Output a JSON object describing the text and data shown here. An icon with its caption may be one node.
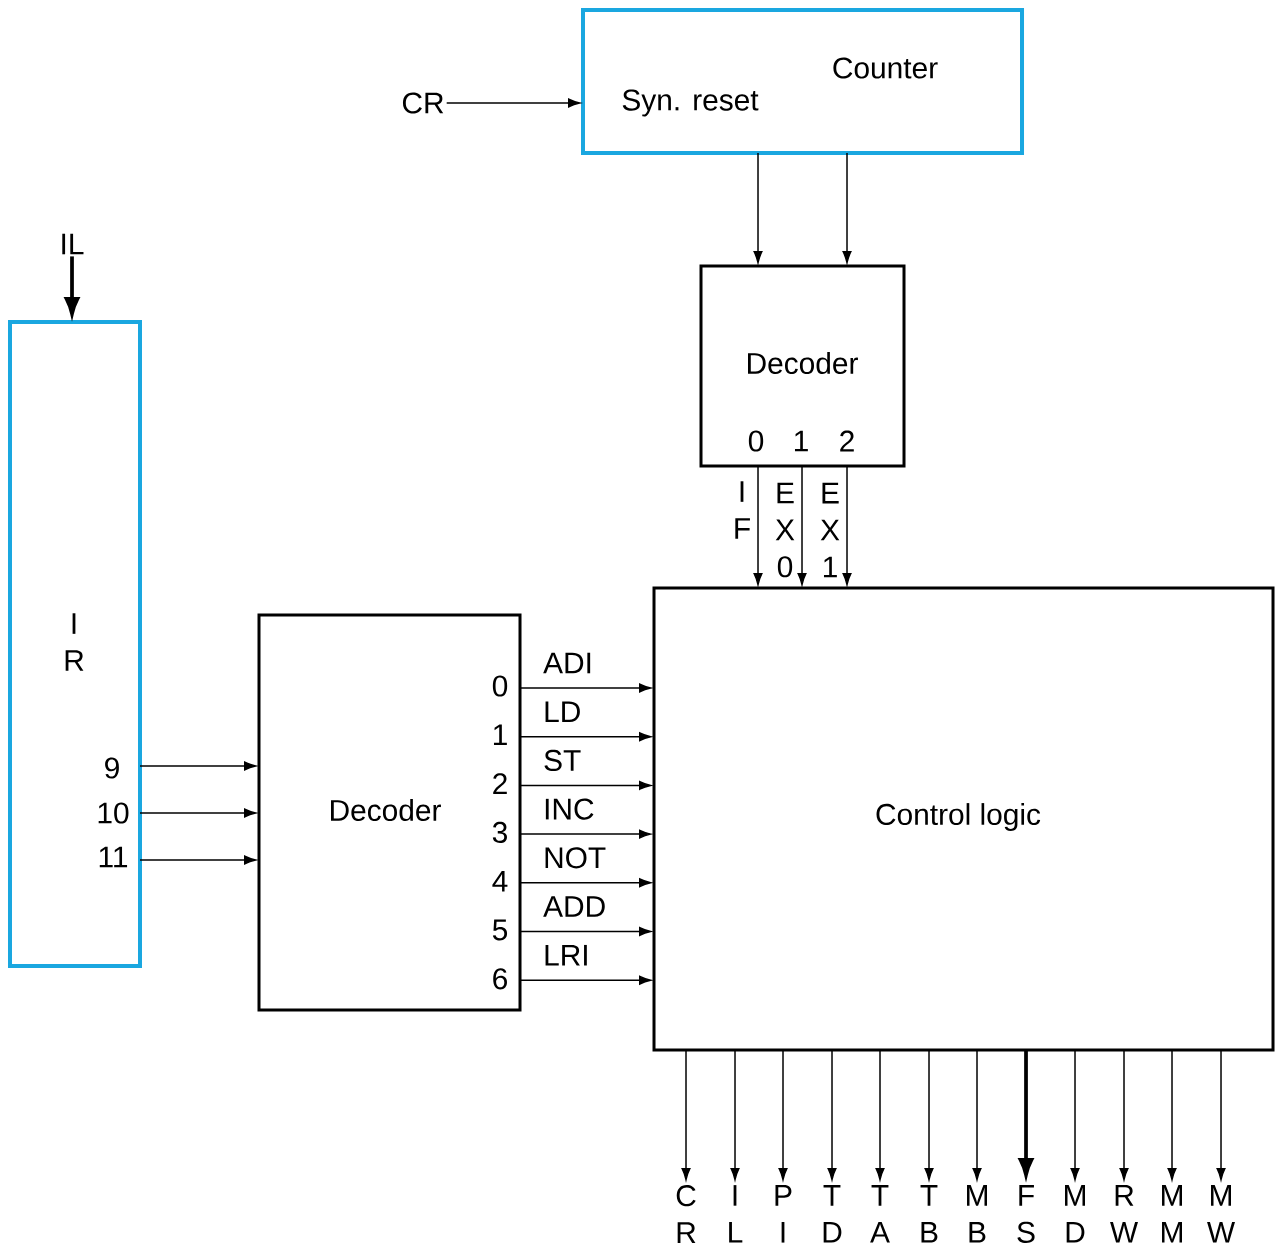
{
  "diagram": {
    "nodes": [
      {
        "text": [
          "Counter",
          "Syn. reset"
        ]
      },
      {
        "text": [
          "CR"
        ]
      },
      {
        "text": [
          "Decoder",
          "0",
          "1",
          "2"
        ]
      },
      {
        "text": [
          "IL"
        ]
      },
      {
        "text": [
          "I R",
          "9",
          "10",
          "11"
        ]
      },
      {
        "text": [
          "Decoder",
          "0",
          "1",
          "2",
          "3",
          "4",
          "5",
          "6"
        ]
      },
      {
        "text": [
          "Control logic"
        ]
      },
      {
        "text": [
          "C R"
        ]
      },
      {
        "text": [
          "I L"
        ]
      },
      {
        "text": [
          "P I"
        ]
      },
      {
        "text": [
          "T D"
        ]
      },
      {
        "text": [
          "T A"
        ]
      },
      {
        "text": [
          "T B"
        ]
      },
      {
        "text": [
          "M B"
        ]
      },
      {
        "text": [
          "F S"
        ]
      },
      {
        "text": [
          "M D"
        ]
      },
      {
        "text": [
          "R W"
        ]
      },
      {
        "text": [
          "M M"
        ]
      },
      {
        "text": [
          "M W"
        ]
      }
    ],
    "edges": [
      {
        "from": 1,
        "to": 0,
        "arrow": "to"
      },
      {
        "from": 0,
        "to": 2,
        "arrow": "to"
      },
      {
        "from": 0,
        "to": 2,
        "arrow": "to"
      },
      {
        "from": 2,
        "to": 6,
        "arrow": "to",
        "label": "I F"
      },
      {
        "from": 2,
        "to": 6,
        "arrow": "to",
        "label": "E X 0"
      },
      {
        "from": 2,
        "to": 6,
        "arrow": "to",
        "label": "E X 1"
      },
      {
        "from": 3,
        "to": 4,
        "arrow": "to",
        "style": "thick"
      },
      {
        "from": 4,
        "to": 5,
        "arrow": "to"
      },
      {
        "from": 4,
        "to": 5,
        "arrow": "to"
      },
      {
        "from": 4,
        "to": 5,
        "arrow": "to"
      },
      {
        "from": 5,
        "to": 6,
        "arrow": "to",
        "label": "ADI"
      },
      {
        "from": 5,
        "to": 6,
        "arrow": "to",
        "label": "LD"
      },
      {
        "from": 5,
        "to": 6,
        "arrow": "to",
        "label": "ST"
      },
      {
        "from": 5,
        "to": 6,
        "arrow": "to",
        "label": "INC"
      },
      {
        "from": 5,
        "to": 6,
        "arrow": "to",
        "label": "NOT"
      },
      {
        "from": 5,
        "to": 6,
        "arrow": "to",
        "label": "ADD"
      },
      {
        "from": 5,
        "to": 6,
        "arrow": "to",
        "label": "LRI"
      },
      {
        "from": 6,
        "to": 7,
        "arrow": "to"
      },
      {
        "from": 6,
        "to": 8,
        "arrow": "to"
      },
      {
        "from": 6,
        "to": 9,
        "arrow": "to"
      },
      {
        "from": 6,
        "to": 10,
        "arrow": "to"
      },
      {
        "from": 6,
        "to": 11,
        "arrow": "to"
      },
      {
        "from": 6,
        "to": 12,
        "arrow": "to"
      },
      {
        "from": 6,
        "to": 13,
        "arrow": "to"
      },
      {
        "from": 6,
        "to": 14,
        "arrow": "to",
        "style": "thick"
      },
      {
        "from": 6,
        "to": 15,
        "arrow": "to"
      },
      {
        "from": 6,
        "to": 16,
        "arrow": "to"
      },
      {
        "from": 6,
        "to": 17,
        "arrow": "to"
      },
      {
        "from": 6,
        "to": 18,
        "arrow": "to"
      }
    ]
  }
}
